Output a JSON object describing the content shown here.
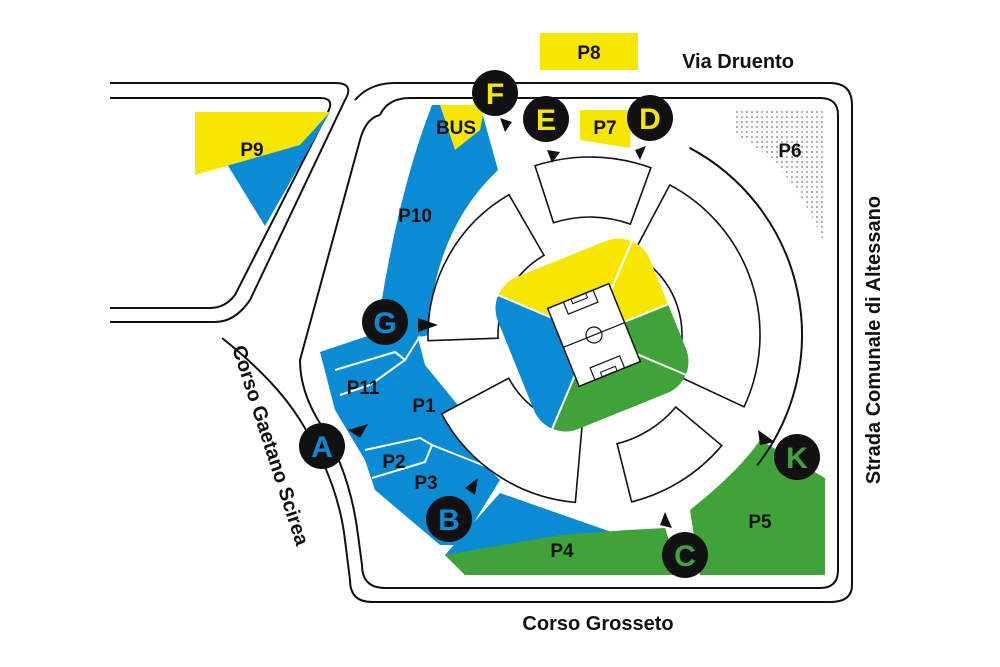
{
  "colors": {
    "yellow": "#f7e600",
    "blue": "#0a8bd4",
    "green": "#3fa33a",
    "dark": "#111111"
  },
  "roads": {
    "north": "Via Druento",
    "south": "Corso Grosseto",
    "west": "Corso Gaetano Scirea",
    "east": "Strada Comunale di Altessano"
  },
  "parkings": {
    "p1": "P1",
    "p2": "P2",
    "p3": "P3",
    "p4": "P4",
    "p5": "P5",
    "p6": "P6",
    "p7": "P7",
    "p8": "P8",
    "p9": "P9",
    "p10": "P10",
    "p11": "P11",
    "bus": "BUS"
  },
  "gates": [
    {
      "letter": "A",
      "color": "blue"
    },
    {
      "letter": "B",
      "color": "blue"
    },
    {
      "letter": "C",
      "color": "green"
    },
    {
      "letter": "D",
      "color": "yellow"
    },
    {
      "letter": "E",
      "color": "yellow"
    },
    {
      "letter": "F",
      "color": "yellow"
    },
    {
      "letter": "G",
      "color": "blue"
    },
    {
      "letter": "K",
      "color": "green"
    }
  ]
}
